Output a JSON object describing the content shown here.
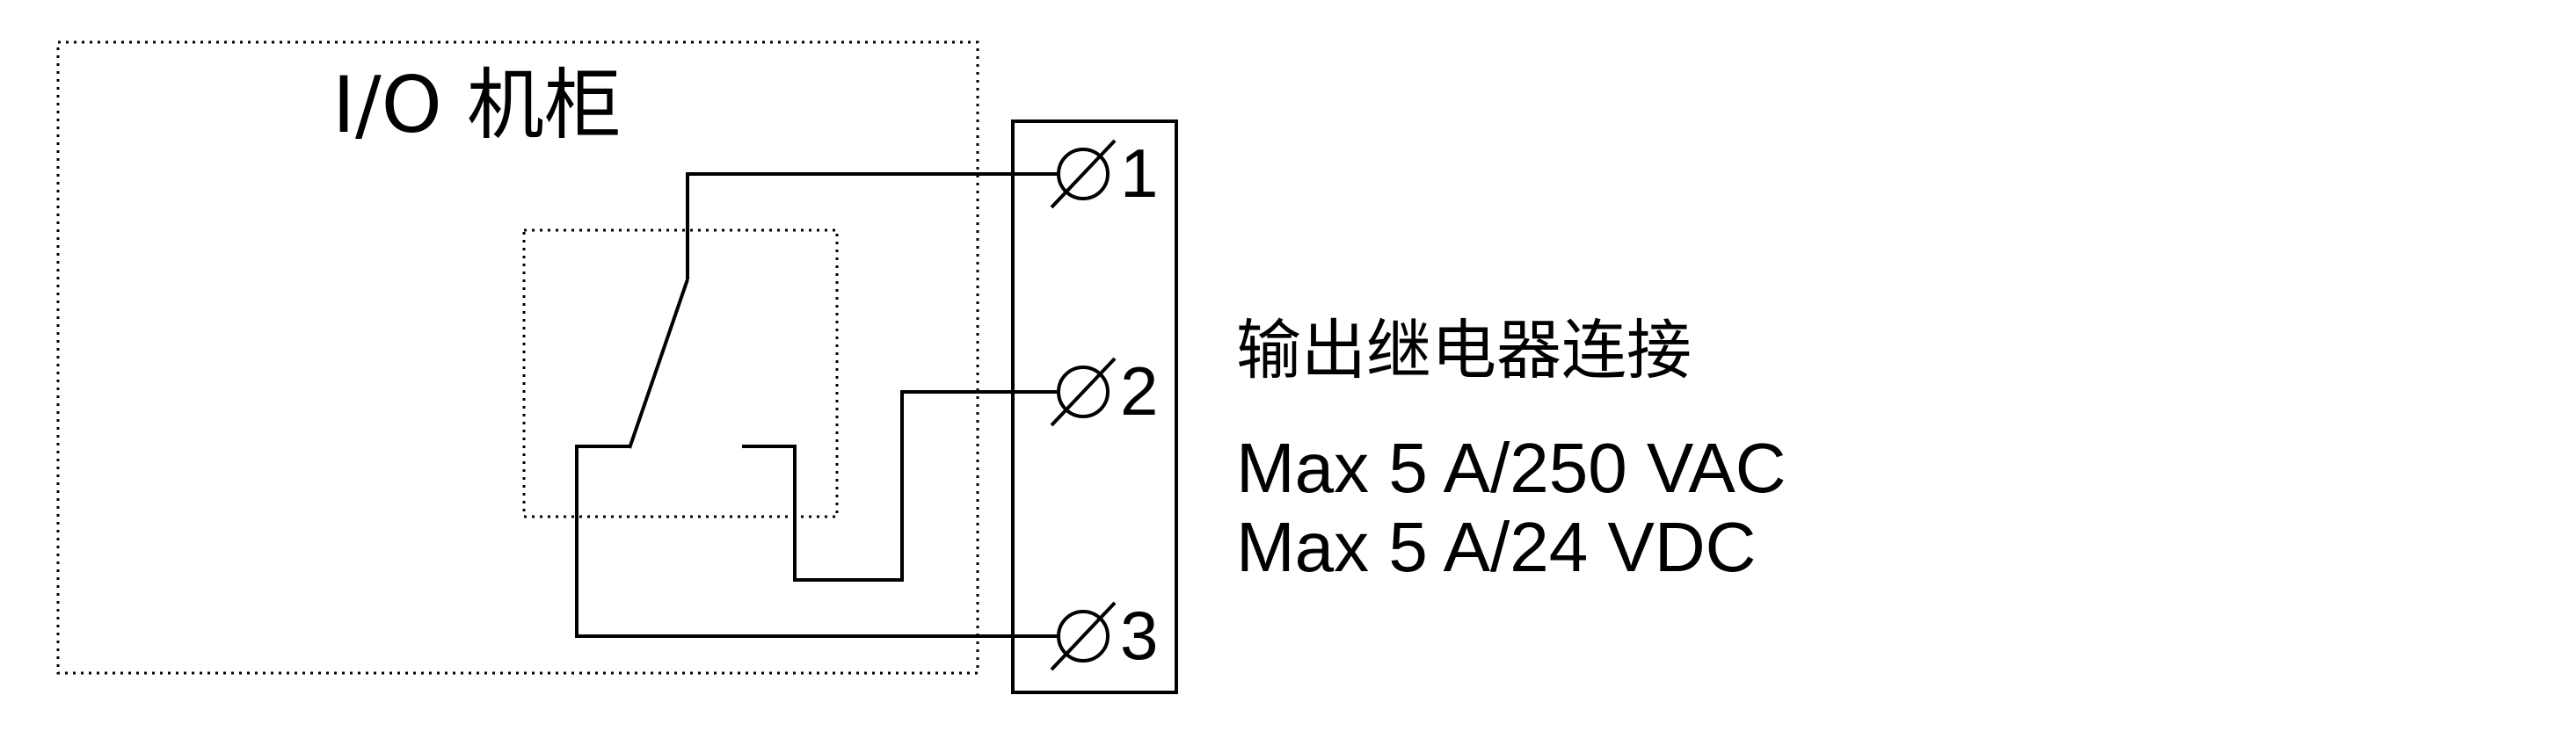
{
  "cabinet": {
    "label": "I/O  机柜"
  },
  "terminals": [
    {
      "id": "1",
      "label": "1"
    },
    {
      "id": "2",
      "label": "2"
    },
    {
      "id": "3",
      "label": "3"
    }
  ],
  "relay": {
    "title": "输出继电器连接",
    "ratings": [
      "Max 5 A/250 VAC",
      "Max 5 A/24 VDC"
    ]
  },
  "colors": {
    "line": "#000000",
    "background": "#ffffff"
  }
}
